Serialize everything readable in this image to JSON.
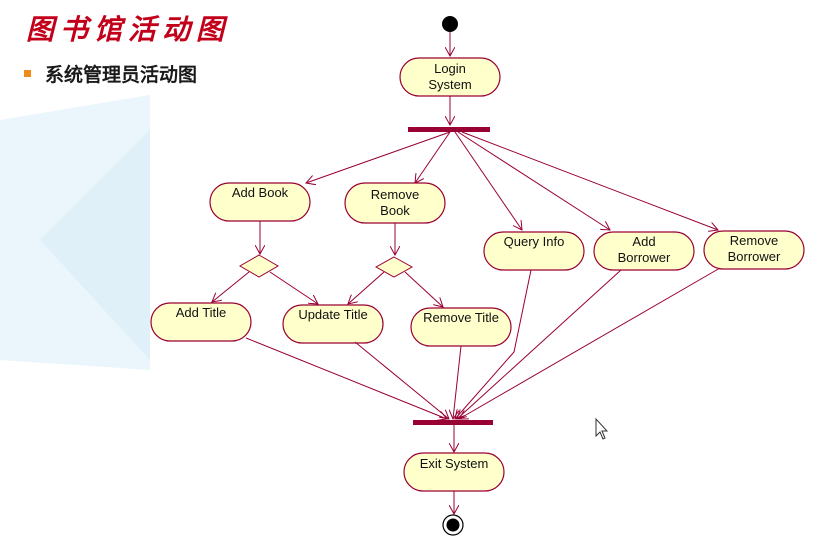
{
  "slide": {
    "title": "图书馆活动图",
    "subtitle": "系统管理员活动图"
  },
  "diagram": {
    "nodes": {
      "login": [
        "Login",
        "System"
      ],
      "add_book": [
        "Add Book"
      ],
      "remove_book": [
        "Remove",
        "Book"
      ],
      "query_info": [
        "Query Info"
      ],
      "add_borrower": [
        "Add",
        "Borrower"
      ],
      "remove_borrower": [
        "Remove",
        "Borrower"
      ],
      "add_title": [
        "Add Title"
      ],
      "update_title": [
        "Update Title"
      ],
      "remove_title": [
        "Remove Title"
      ],
      "exit": [
        "Exit System"
      ]
    }
  },
  "colors": {
    "title": "#c2001a",
    "node_fill": "#ffffcc",
    "node_stroke": "#990033",
    "bullet": "#f08a1c"
  }
}
